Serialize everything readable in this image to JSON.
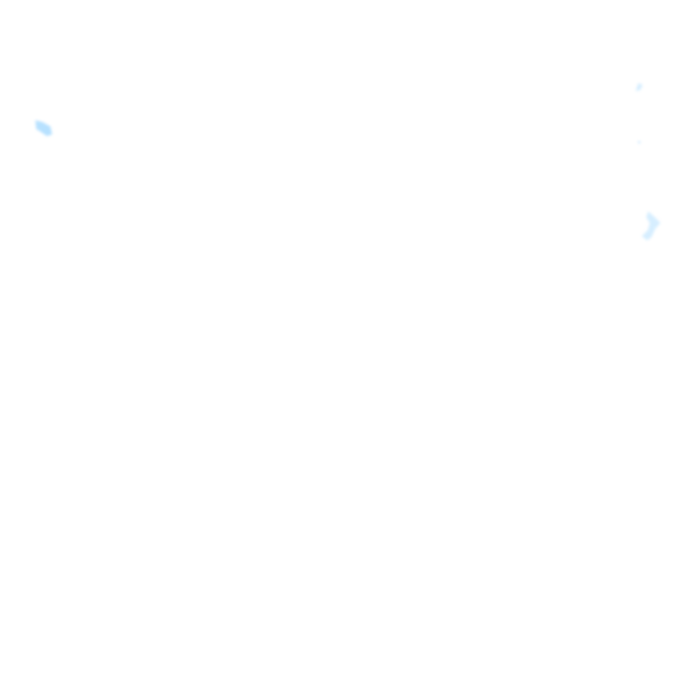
{
  "scene": {
    "background_color": "#ffffff",
    "blob_color": "#b7e1ff",
    "blob_color_light": "#d6eeff",
    "blobs": [
      {
        "name": "left-blue-blob"
      },
      {
        "name": "top-right-blue-speck"
      },
      {
        "name": "right-small-blue-dot"
      },
      {
        "name": "right-blue-blob"
      }
    ]
  }
}
